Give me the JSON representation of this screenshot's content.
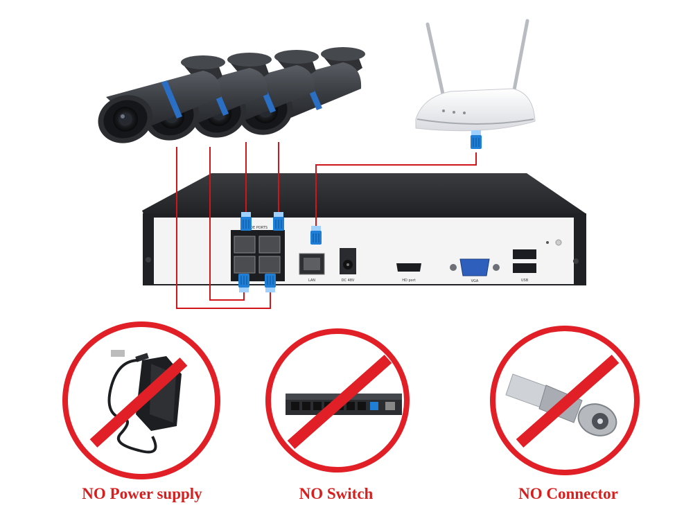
{
  "nvr": {
    "port_labels": {
      "poe": "POE PORTS",
      "lan": "LAN",
      "dc": "DC 48V",
      "hdmi": "HD port",
      "vga": "VGA",
      "usb": "USB"
    }
  },
  "exclusions": [
    {
      "caption": "NO Power supply",
      "icon": "power-adapter-icon"
    },
    {
      "caption": "NO Switch",
      "icon": "network-switch-icon"
    },
    {
      "caption": "NO Connector",
      "icon": "bnc-connector-icon"
    }
  ],
  "colors": {
    "cable_red": "#d0151b",
    "prohibit_red": "#e01f26",
    "rj45_blue": "#1f7fd6",
    "camera_body": "#3b3e43",
    "camera_ring": "#2a6fc4",
    "nvr_top": "#2b2d31",
    "nvr_front": "#f4f4f4"
  }
}
